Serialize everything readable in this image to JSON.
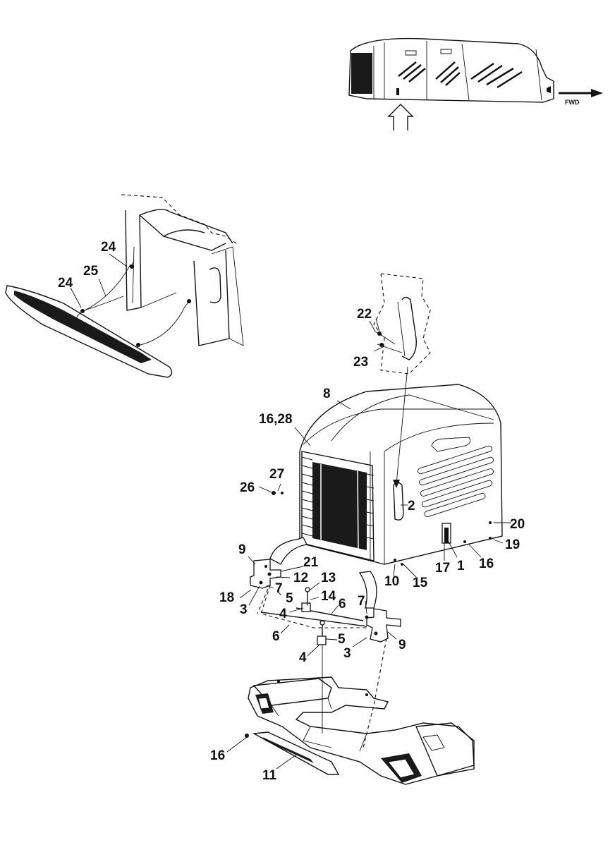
{
  "diagram": {
    "direction_label": "FWD",
    "callouts": {
      "c1": "1",
      "c2": "2",
      "c3a": "3",
      "c3b": "3",
      "c4a": "4",
      "c4b": "4",
      "c5a": "5",
      "c5b": "5",
      "c6a": "6",
      "c6b": "6",
      "c7a": "7",
      "c7b": "7",
      "c8": "8",
      "c9a": "9",
      "c9b": "9",
      "c10": "10",
      "c11": "11",
      "c12": "12",
      "c13": "13",
      "c14": "14",
      "c15": "15",
      "c16a": "16",
      "c16b": "16",
      "c16_28": "16,28",
      "c17": "17",
      "c18": "18",
      "c19": "19",
      "c20": "20",
      "c21": "21",
      "c22": "22",
      "c23": "23",
      "c24a": "24",
      "c24b": "24",
      "c25": "25",
      "c26": "26",
      "c27": "27"
    }
  }
}
